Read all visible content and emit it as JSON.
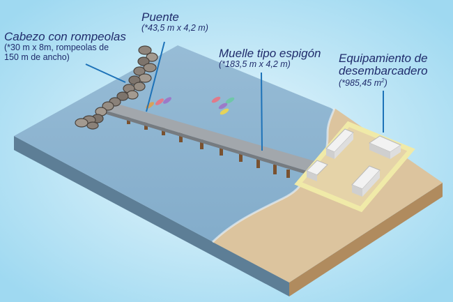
{
  "labels": {
    "cabezo": {
      "title": "Cabezo con rompeolas",
      "line1": "(*30 m x 8m, rompeolas de",
      "line2": "150 m de ancho)"
    },
    "puente": {
      "title": "Puente",
      "dims": "(*43,5 m x 4,2 m)"
    },
    "muelle": {
      "title": "Muelle tipo espigón",
      "dims": "(*183,5 m x 4,2 m)"
    },
    "equipamiento": {
      "title_line1": "Equipamiento de",
      "title_line2": "desembarcadero",
      "dims_prefix": "(*985,45 m",
      "dims_sup": "2",
      "dims_suffix": ")"
    }
  },
  "colors": {
    "background": "#aee0f4",
    "water": "#8fb6d2",
    "sand": "#dcc49e",
    "pier": "#9aa0a6",
    "rock": "#8a8179",
    "enclosure": "#f0eaa8",
    "label_text": "#1f2b6b",
    "pointer_line": "#1d72b8"
  },
  "boats": [
    {
      "color": "#e07a8a"
    },
    {
      "color": "#9c7ac8"
    },
    {
      "color": "#d8a25a"
    },
    {
      "color": "#e07a8a"
    },
    {
      "color": "#6fc7a8"
    },
    {
      "color": "#9c7ac8"
    },
    {
      "color": "#e6d35a"
    }
  ]
}
